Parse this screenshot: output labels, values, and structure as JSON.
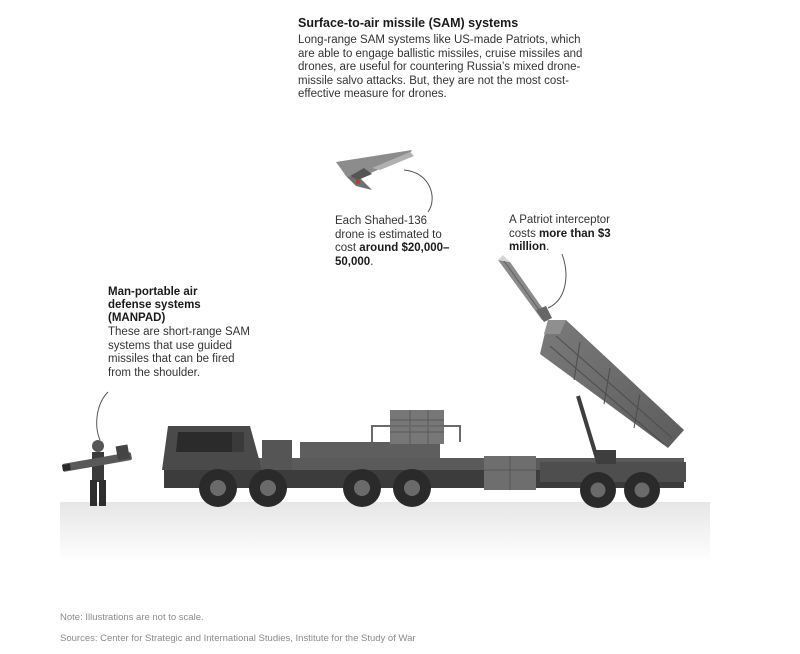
{
  "sam": {
    "title": "Surface-to-air missile (SAM) systems",
    "body": "Long-range SAM systems like US-made Patriots, which are able to engage ballistic missiles, cruise missiles and drones, are useful for countering Russia’s mixed drone-missile salvo attacks. But, they are not the most cost-effective measure for drones."
  },
  "drone": {
    "text_1": "Each Shahed-136 drone is estimated to cost ",
    "cost": "around $20,000–50,000",
    "text_2": "."
  },
  "patriot": {
    "text_1": "A Patriot interceptor costs ",
    "cost": "more than $3 million",
    "text_2": "."
  },
  "manpad": {
    "title": "Man-portable air defense systems (MANPAD)",
    "body": "These are short-range SAM systems that use guided missiles that can be fired from the shoulder."
  },
  "footer": {
    "note": "Note: Illustrations are not to scale.",
    "sources": "Sources: Center for Strategic and International Studies, Institute for the Study of War"
  },
  "colors": {
    "vehicle": "#4a4a4a",
    "vehicle_dark": "#2e2e2e",
    "launcher": "#6b6b6b",
    "ground": "#e9e9e9",
    "callout_line": "#555555"
  },
  "icons": [
    "drone-illustration",
    "patriot-missile-illustration",
    "patriot-launcher-truck-illustration",
    "manpad-soldier-illustration"
  ]
}
